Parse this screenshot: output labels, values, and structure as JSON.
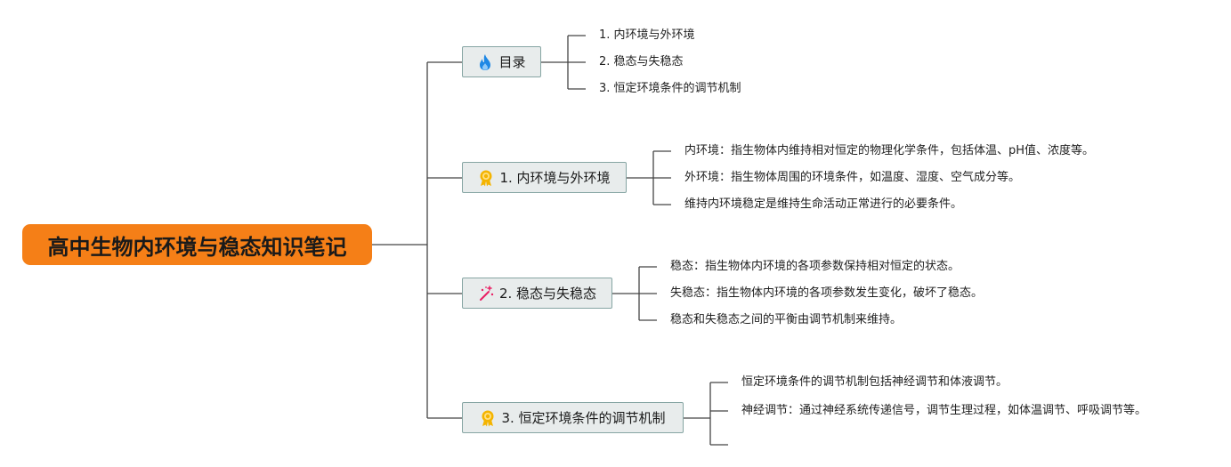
{
  "root": {
    "title": "高中生物内环境与稳态知识笔记"
  },
  "branches": [
    {
      "label": "目录",
      "icon": "flame-icon",
      "icon_color": "#1E88E5",
      "children": [
        "1. 内环境与外环境",
        "2. 稳态与失稳态",
        "3. 恒定环境条件的调节机制"
      ]
    },
    {
      "label": "1. 内环境与外环境",
      "icon": "award-ribbon-icon",
      "icon_color": "#F4B400",
      "children": [
        "内环境：指生物体内维持相对恒定的物理化学条件，包括体温、pH值、浓度等。",
        "外环境：指生物体周围的环境条件，如温度、湿度、空气成分等。",
        "维持内环境稳定是维持生命活动正常进行的必要条件。"
      ]
    },
    {
      "label": "2. 稳态与失稳态",
      "icon": "magic-wand-icon",
      "icon_color": "#E91E63",
      "children": [
        "稳态：指生物体内环境的各项参数保持相对恒定的状态。",
        "失稳态：指生物体内环境的各项参数发生变化，破坏了稳态。",
        "稳态和失稳态之间的平衡由调节机制来维持。"
      ]
    },
    {
      "label": "3. 恒定环境条件的调节机制",
      "icon": "award-ribbon-icon",
      "icon_color": "#F4B400",
      "children": [
        "恒定环境条件的调节机制包括神经调节和体液调节。",
        "神经调节：通过神经系统传递信号，调节生理过程，如体温调节、呼吸调节等。",
        ""
      ]
    }
  ],
  "colors": {
    "root_fill": "#F57F17",
    "branch_fill": "#E8ECEC",
    "branch_border": "#86A5A3",
    "connector": "#444444"
  }
}
